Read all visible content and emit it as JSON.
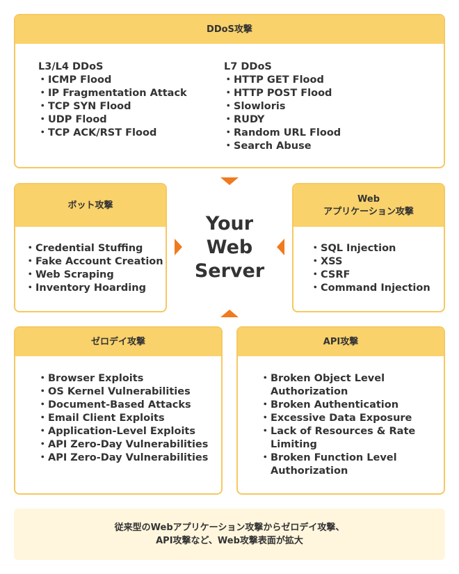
{
  "ddos": {
    "title": "DDoS攻撃",
    "l34": {
      "title": "L3/L4 DDoS",
      "items": [
        "ICMP Flood",
        "IP Fragmentation Attack",
        "TCP SYN Flood",
        "UDP Flood",
        "TCP ACK/RST Flood"
      ]
    },
    "l7": {
      "title": "L7 DDoS",
      "items": [
        "HTTP GET Flood",
        "HTTP POST Flood",
        "Slowloris",
        "RUDY",
        "Random URL Flood",
        "Search Abuse"
      ]
    }
  },
  "bot": {
    "title": "ボット攻撃",
    "items": [
      "Credential Stuffing",
      "Fake Account Creation",
      "Web Scraping",
      "Inventory Hoarding"
    ]
  },
  "web": {
    "title_line1": "Web",
    "title_line2": "アプリケーション攻撃",
    "items": [
      "SQL Injection",
      "XSS",
      "CSRF",
      "Command Injection"
    ]
  },
  "center": {
    "line1": "Your",
    "line2": "Web",
    "line3": "Server"
  },
  "zeroday": {
    "title": "ゼロデイ攻撃",
    "items": [
      "Browser Exploits",
      "OS Kernel Vulnerabilities",
      "Document-Based Attacks",
      "Email Client Exploits",
      "Application-Level Exploits",
      "API Zero-Day Vulnerabilities",
      "API Zero-Day Vulnerabilities"
    ]
  },
  "api": {
    "title": "API攻撃",
    "items": [
      "Broken Object Level Authorization",
      "Broken Authentication",
      "Excessive Data Exposure",
      "Lack of Resources & Rate Limiting",
      "Broken Function Level Authorization"
    ]
  },
  "footer": {
    "line1": "従来型のWebアプリケーション攻撃からゼロデイ攻撃、",
    "line2": "API攻撃など、Web攻撃表面が拡大"
  },
  "colors": {
    "header": "#f9d26c",
    "border": "#f6c85f",
    "arrow": "#f07a1e",
    "footer_bg": "#fff6dd"
  }
}
